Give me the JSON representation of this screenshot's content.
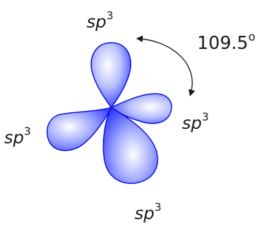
{
  "labels": {
    "top": {
      "base": "sp",
      "exp": "3"
    },
    "left": {
      "base": "sp",
      "exp": "3"
    },
    "right": {
      "base": "sp",
      "exp": "3"
    },
    "bottom": {
      "base": "sp",
      "exp": "3"
    }
  },
  "angle": {
    "value": "109.5",
    "unit": "o"
  },
  "colors": {
    "lobe_fill": "#1f2bff",
    "lobe_stroke": "#0b0fd6",
    "highlight": "#ffffff",
    "arrow": "#1a1a1a"
  }
}
